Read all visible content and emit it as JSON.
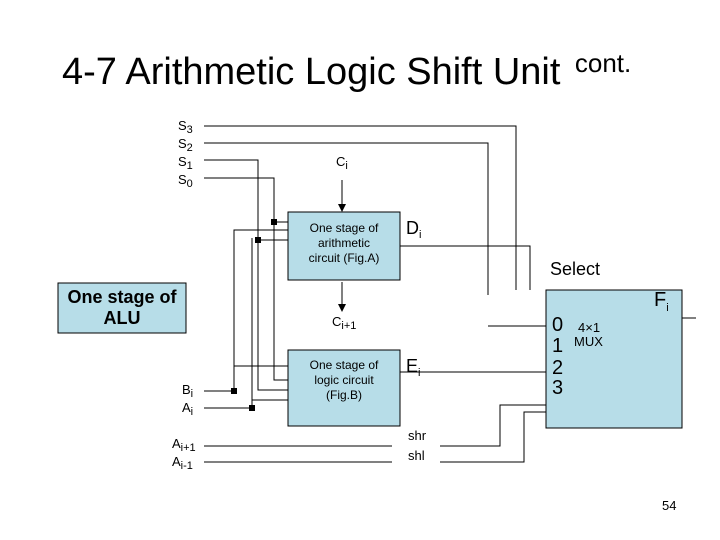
{
  "title": {
    "main": "4-7 Arithmetic Logic Shift Unit",
    "suffix": "cont."
  },
  "inputs": {
    "s3": {
      "base": "S",
      "sub": "3"
    },
    "s2": {
      "base": "S",
      "sub": "2"
    },
    "s1": {
      "base": "S",
      "sub": "1"
    },
    "s0": {
      "base": "S",
      "sub": "0"
    },
    "bi": {
      "base": "B",
      "sub": "i"
    },
    "ai": {
      "base": "A",
      "sub": "i"
    },
    "ai_plus1": {
      "base": "A",
      "sub": "i+1"
    },
    "ai_minus1": {
      "base": "A",
      "sub": "i-1"
    }
  },
  "carry_in": {
    "base": "C",
    "sub": "i"
  },
  "carry_out": {
    "base": "C",
    "sub": "i+1"
  },
  "arith_box": {
    "line1": "One stage of",
    "line2": "arithmetic",
    "line3": "circuit (Fig.A)"
  },
  "logic_box": {
    "line1": "One stage of",
    "line2": "logic circuit",
    "line3": "(Fig.B)"
  },
  "alu_box": {
    "line1": "One stage of",
    "line2": "ALU"
  },
  "d_out": {
    "base": "D",
    "sub": "i"
  },
  "e_out": {
    "base": "E",
    "sub": "i"
  },
  "mux": {
    "select": "Select",
    "in0": "0",
    "in1": "1",
    "in2": "2",
    "in3": "3",
    "size": "4×1",
    "type": "MUX"
  },
  "f_out": {
    "base": "F",
    "sub": "i"
  },
  "shift": {
    "shr": "shr",
    "shl": "shl"
  },
  "page_number": "54",
  "colors": {
    "box_fill": "#b7dde8",
    "line": "#000000"
  }
}
